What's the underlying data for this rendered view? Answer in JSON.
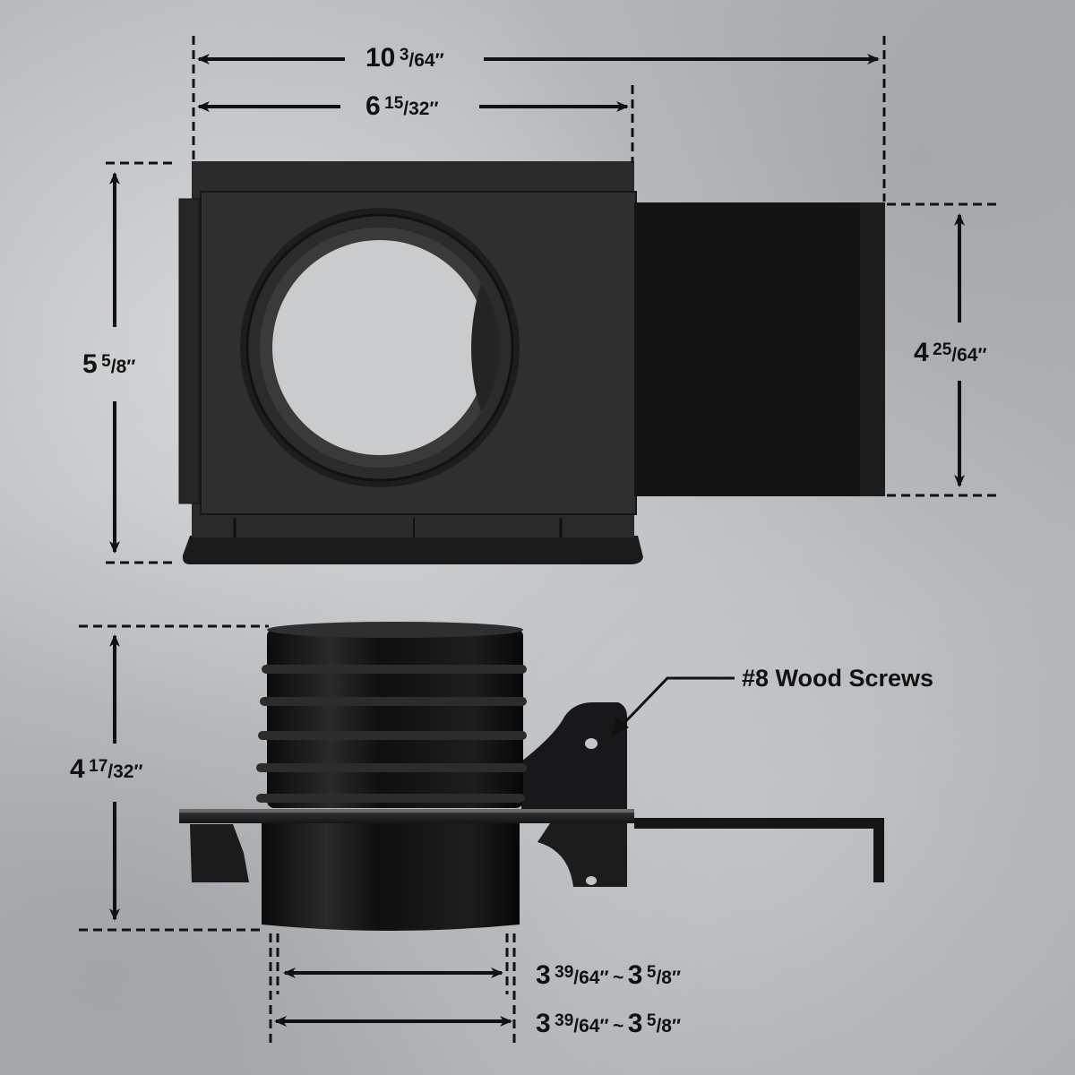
{
  "image": {
    "type": "product dimension diagram",
    "subject": "dust collection blast gate"
  },
  "top_view": {
    "overall_width": {
      "whole": "10",
      "num": "3",
      "den": "64",
      "unit": "″"
    },
    "body_width": {
      "whole": "6",
      "num": "15",
      "den": "32",
      "unit": "″"
    },
    "body_height": {
      "whole": "5",
      "num": "5",
      "den": "8",
      "unit": "″"
    },
    "gate_height": {
      "whole": "4",
      "num": "25",
      "den": "64",
      "unit": "″"
    }
  },
  "side_view": {
    "port_height": {
      "whole": "4",
      "num": "17",
      "den": "32",
      "unit": "″"
    },
    "callout": "#8 Wood Screws",
    "diameter_upper": {
      "text_a_whole": "3",
      "text_a_num": "39",
      "text_a_den": "64",
      "sep": "~",
      "text_b_whole": "3",
      "text_b_num": "5",
      "text_b_den": "8",
      "unit": "″"
    },
    "diameter_lower": {
      "text_a_whole": "3",
      "text_a_num": "39",
      "text_a_den": "64",
      "sep": "~",
      "text_b_whole": "3",
      "text_b_num": "5",
      "text_b_den": "8",
      "unit": "″"
    }
  },
  "colors": {
    "background": "#b8bcbf",
    "product": "#1c1c1d",
    "lines": "#111111"
  }
}
